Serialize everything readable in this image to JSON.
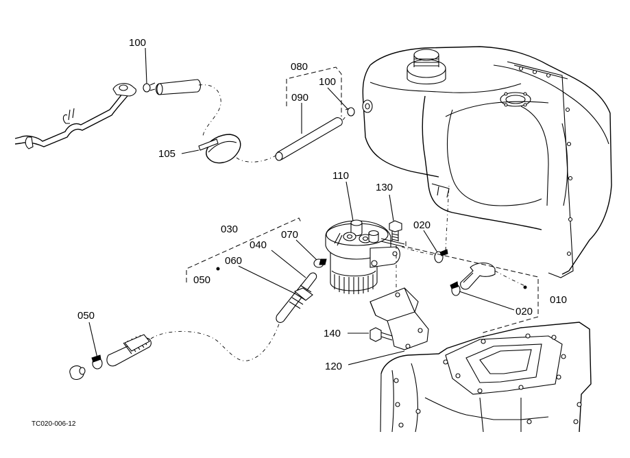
{
  "drawing_code": "TC020-006-12",
  "callouts": [
    {
      "id": "100a",
      "text": "100"
    },
    {
      "id": "080",
      "text": "080"
    },
    {
      "id": "100b",
      "text": "100"
    },
    {
      "id": "090",
      "text": "090"
    },
    {
      "id": "105",
      "text": "105"
    },
    {
      "id": "110",
      "text": "110"
    },
    {
      "id": "130",
      "text": "130"
    },
    {
      "id": "030",
      "text": "030"
    },
    {
      "id": "040",
      "text": "040"
    },
    {
      "id": "070",
      "text": "070"
    },
    {
      "id": "060",
      "text": "060"
    },
    {
      "id": "050a",
      "text": "050"
    },
    {
      "id": "020a",
      "text": "020"
    },
    {
      "id": "020b",
      "text": "020"
    },
    {
      "id": "010",
      "text": "010"
    },
    {
      "id": "050b",
      "text": "050"
    },
    {
      "id": "140",
      "text": "140"
    },
    {
      "id": "120",
      "text": "120"
    }
  ]
}
